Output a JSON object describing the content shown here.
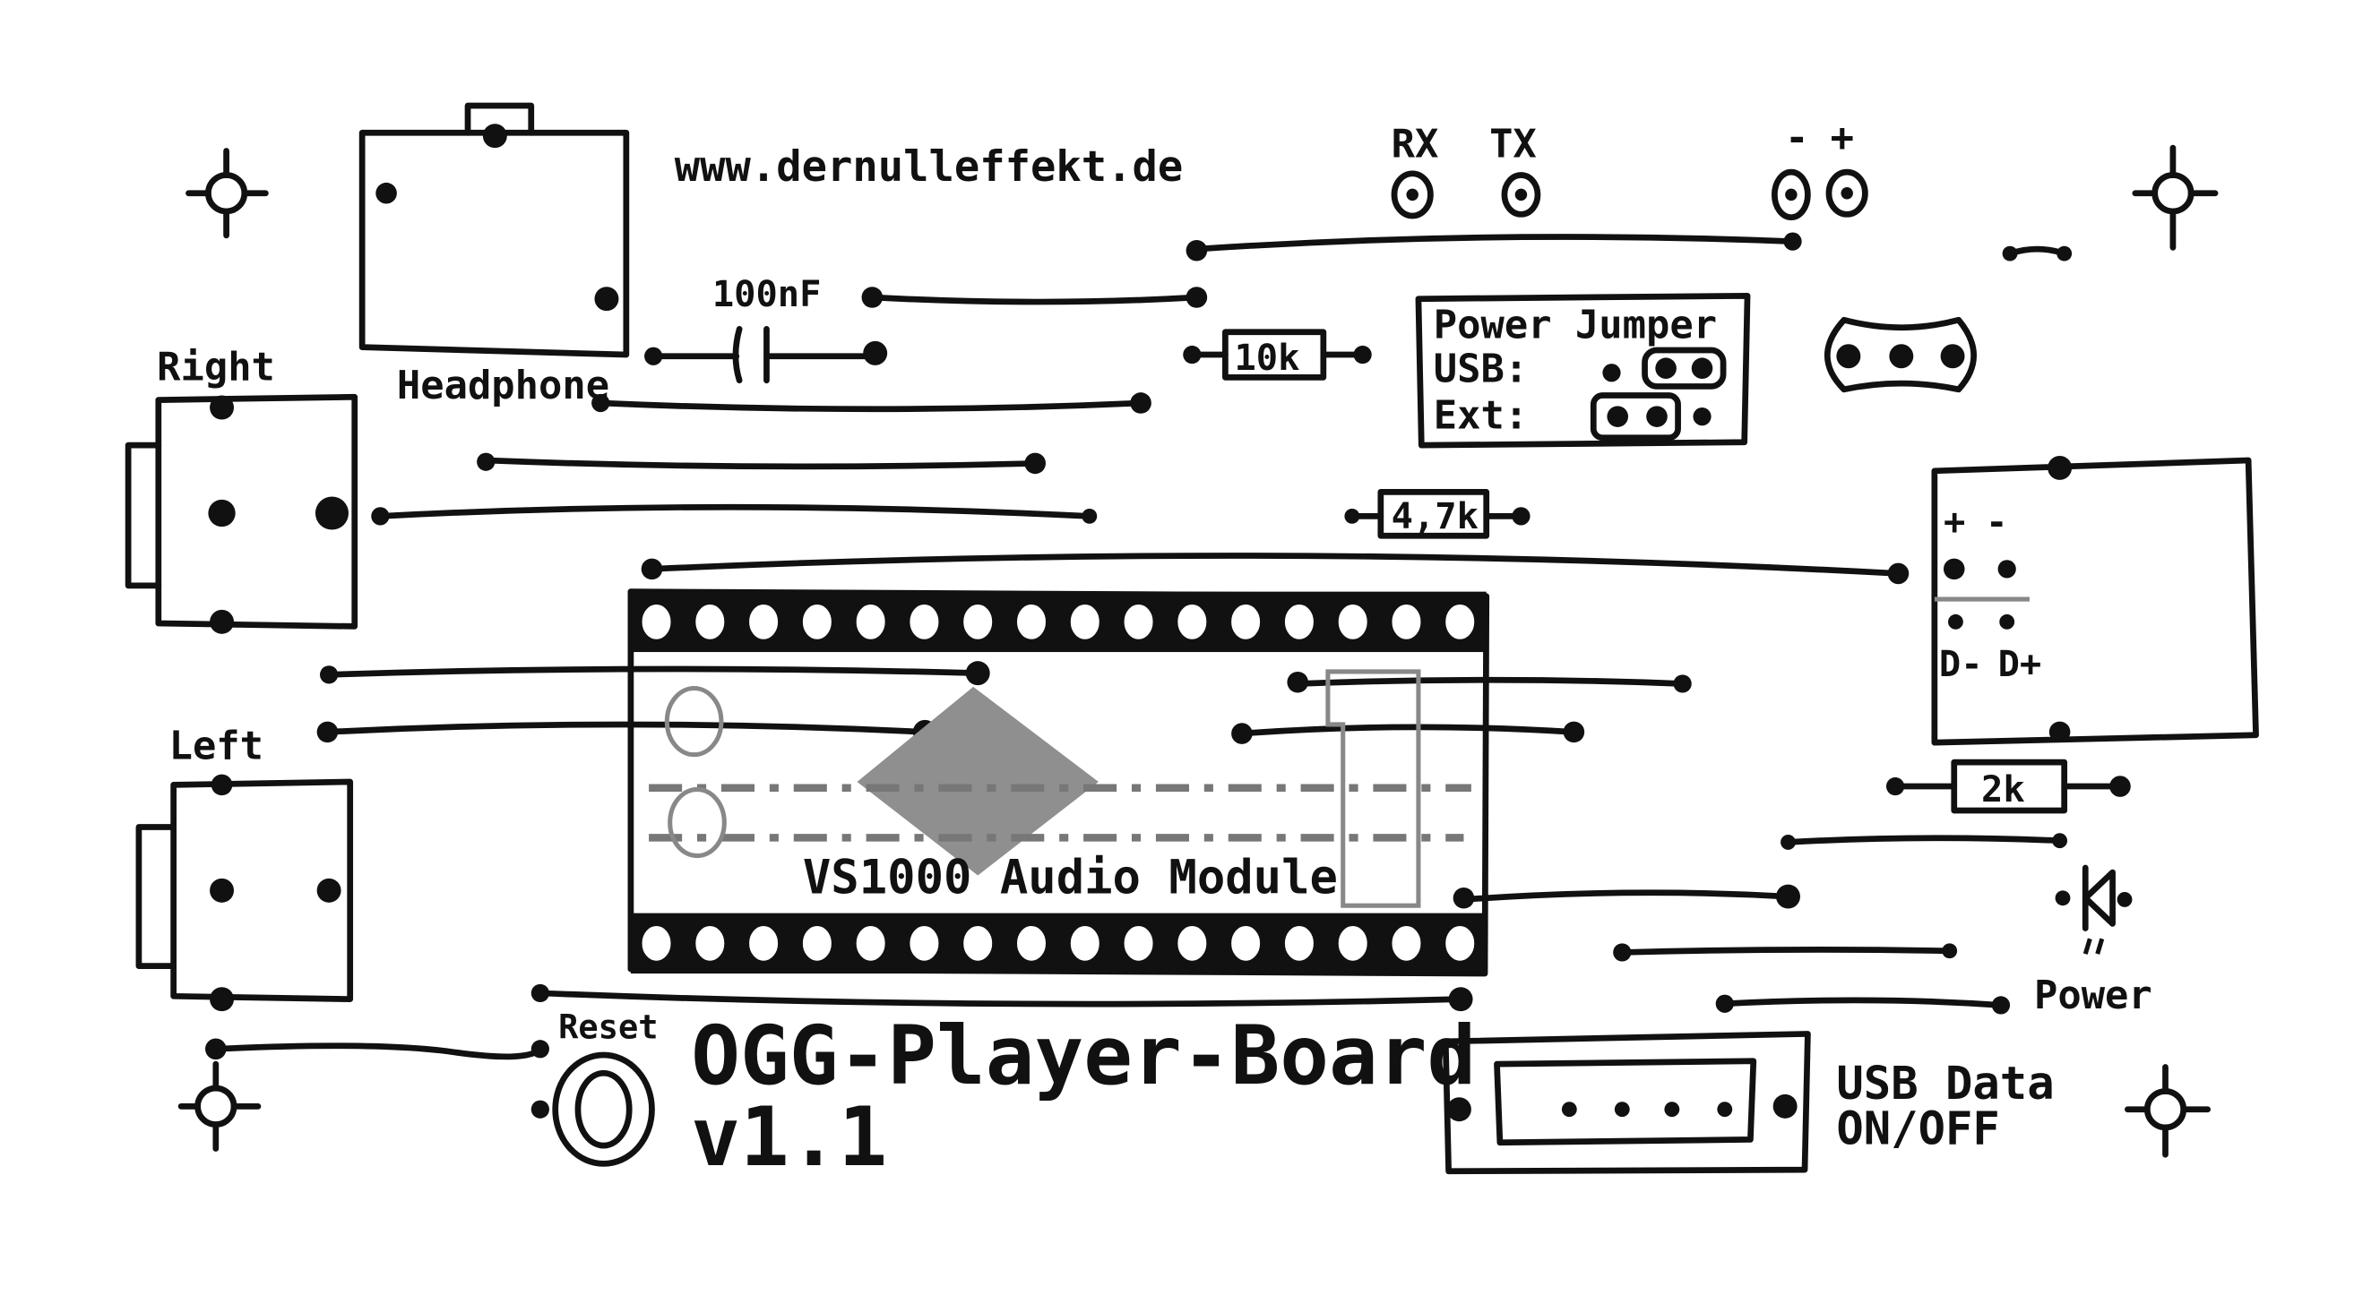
{
  "labels": {
    "url": "www.dernulleffekt.de",
    "rx": "RX",
    "tx": "TX",
    "minus": "-",
    "plus": "+",
    "capacitor": "100nF",
    "right": "Right",
    "headphone": "Headphone",
    "r10k": "10k",
    "power_jumper": "Power Jumper",
    "usb": "USB:",
    "ext": "Ext:",
    "r47k": "4,7k",
    "usb_plus": "+",
    "usb_minus": "-",
    "d_minus": "D-",
    "d_plus": "D+",
    "left": "Left",
    "r2k": "2k",
    "module": "VS1000 Audio Module",
    "power": "Power",
    "reset": "Reset",
    "title": "OGG-Player-Board",
    "version": "v1.1",
    "usb_data": "USB Data",
    "on_off": "ON/OFF"
  },
  "colors": {
    "ink": "#111111",
    "chip": "#8f8f8f",
    "background": "#ffffff"
  }
}
